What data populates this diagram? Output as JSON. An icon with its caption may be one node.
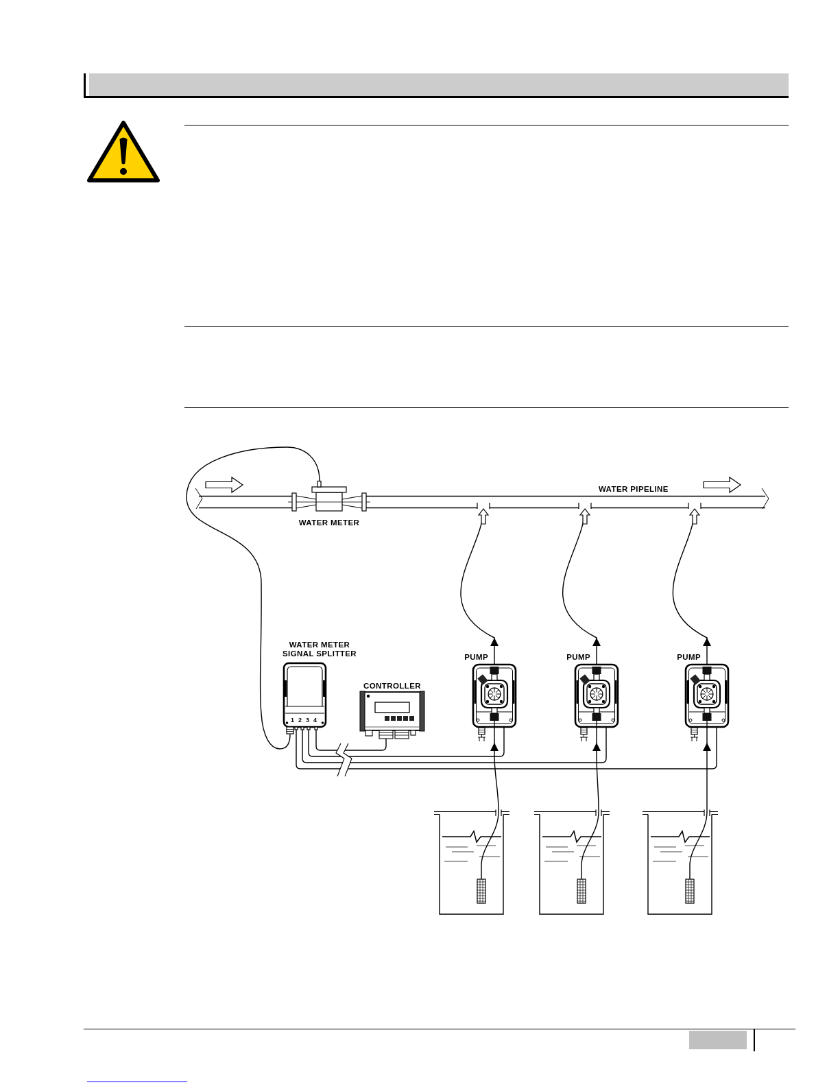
{
  "diagram": {
    "nodes": [
      {
        "text": [
          "WATER PIPELINE"
        ]
      },
      {
        "text": [
          "WATER METER"
        ]
      },
      {
        "text": [
          "WATER METER SIGNAL SPLITTER"
        ]
      },
      {
        "text": [
          "CONTROLLER"
        ]
      },
      {
        "text": [
          "PUMP"
        ]
      },
      {
        "text": [
          "PUMP"
        ]
      },
      {
        "text": [
          "PUMP"
        ]
      },
      {
        "text": [],
        "shape": "picture"
      },
      {
        "text": [],
        "shape": "picture"
      },
      {
        "text": [],
        "shape": "picture"
      }
    ],
    "edges": [
      {
        "from": 1,
        "to": 2,
        "arrow": "none"
      },
      {
        "from": 2,
        "to": 3,
        "arrow": "none"
      },
      {
        "from": 2,
        "to": 4,
        "arrow": "none"
      },
      {
        "from": 2,
        "to": 5,
        "arrow": "none"
      },
      {
        "from": 2,
        "to": 6,
        "arrow": "none"
      },
      {
        "from": 7,
        "to": 4,
        "arrow": "to"
      },
      {
        "from": 4,
        "to": 0,
        "arrow": "to"
      },
      {
        "from": 8,
        "to": 5,
        "arrow": "to"
      },
      {
        "from": 5,
        "to": 0,
        "arrow": "to"
      },
      {
        "from": 9,
        "to": 6,
        "arrow": "to"
      },
      {
        "from": 6,
        "to": 0,
        "arrow": "to"
      }
    ],
    "labels": [
      "1",
      "2",
      "3",
      "4"
    ]
  }
}
